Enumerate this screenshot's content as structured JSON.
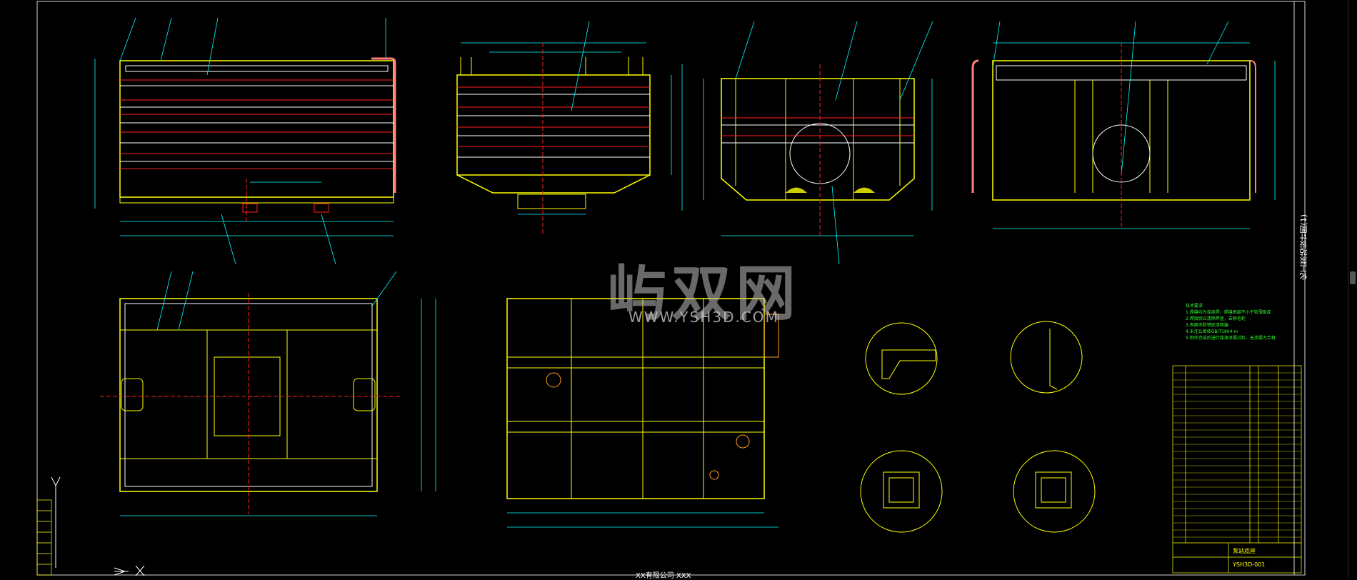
{
  "watermark": {
    "cn": "屿双网",
    "url": "WWW.YSH3D.COM"
  },
  "sheet": {
    "side_label": "化工泵站设计图(1)",
    "bottom_label": "XX有限公司 XXX"
  },
  "notes": {
    "title": "技术要求",
    "lines": [
      "1.焊缝均为连续焊，焊缝高度不小于较薄板厚",
      "2.焊接后应清除焊渣，去除毛刺",
      "3.表面涂防锈底漆两遍",
      "4.未注公差按GB/T1804-m",
      "5.制作完成后进行煤油渗漏试验，无渗漏为合格"
    ]
  },
  "title_block": {
    "name": "泵站底座",
    "code": "YSH3D-001"
  },
  "colors": {
    "background": "#000000",
    "yellow": "#ffff00",
    "red": "#ff2020",
    "cyan": "#00ffff",
    "green": "#2cff2c",
    "white": "#ffffff",
    "orange": "#ffa020"
  }
}
